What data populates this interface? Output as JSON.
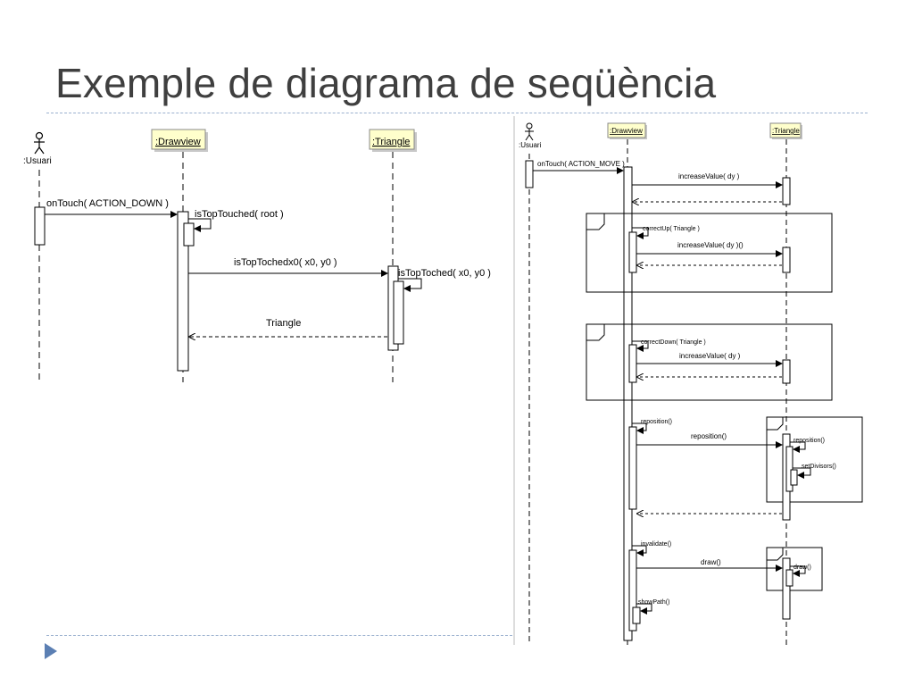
{
  "slide": {
    "title": "Exemple de diagrama de seqüència"
  },
  "left_diagram": {
    "actor": ":Usuari",
    "lifeline_drawview": ":Drawview",
    "lifeline_triangle": ":Triangle",
    "messages": {
      "m1": "onTouch( ACTION_DOWN )",
      "m2": "isTopTouched( root )",
      "m3": "isTopTochedx0( x0, y0 )",
      "m4": "isTopToched( x0, y0 )",
      "m5": "Triangle"
    }
  },
  "right_diagram": {
    "actor": ":Usuari",
    "lifeline_drawview": ":Drawview",
    "lifeline_triangle": ":Triangle",
    "messages": {
      "m1": "onTouch( ACTION_MOVE )",
      "m2": "increaseValue( dy )",
      "m3": "correctUp( Triangle )",
      "m4": "increaseValue( dy )()",
      "m5": "correctDown( Triangle )",
      "m6": "increaseValue( dy )",
      "m7": "reposition()",
      "m8": "reposition()",
      "m9": "reposition()",
      "m10": "setDivisors()",
      "m11": "invalidate()",
      "m12": "draw()",
      "m13": "draw()",
      "m14": "showPath()"
    }
  }
}
